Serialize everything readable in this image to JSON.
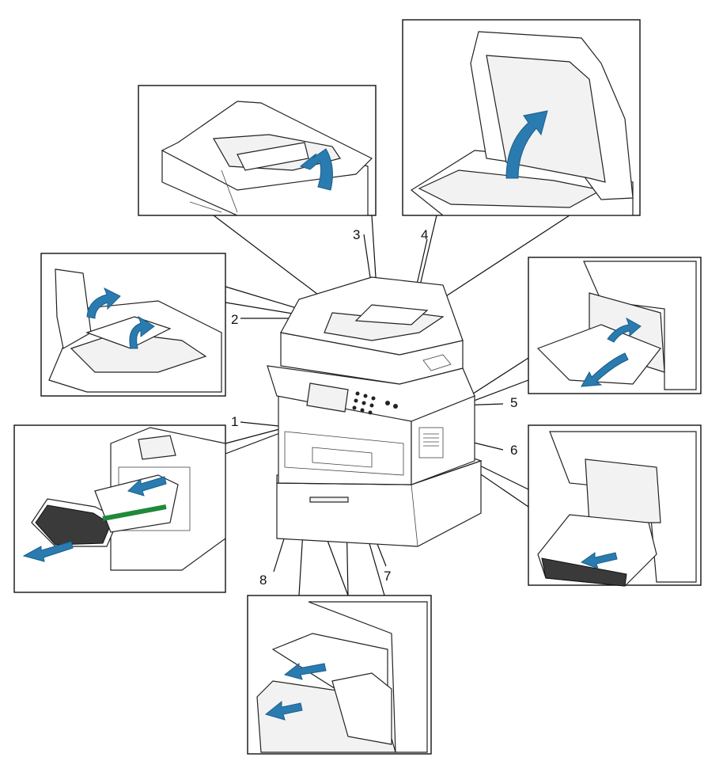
{
  "callouts": {
    "c1": "1",
    "c2": "2",
    "c3": "3",
    "c4": "4",
    "c5": "5",
    "c6": "6",
    "c7": "7",
    "c8": "8"
  },
  "colors": {
    "arrow": "#2a7bb0",
    "drum": "#1f8a3a",
    "line": "#111111"
  },
  "icons": [
    "curved-arrow-icon",
    "pull-arrow-icon"
  ]
}
